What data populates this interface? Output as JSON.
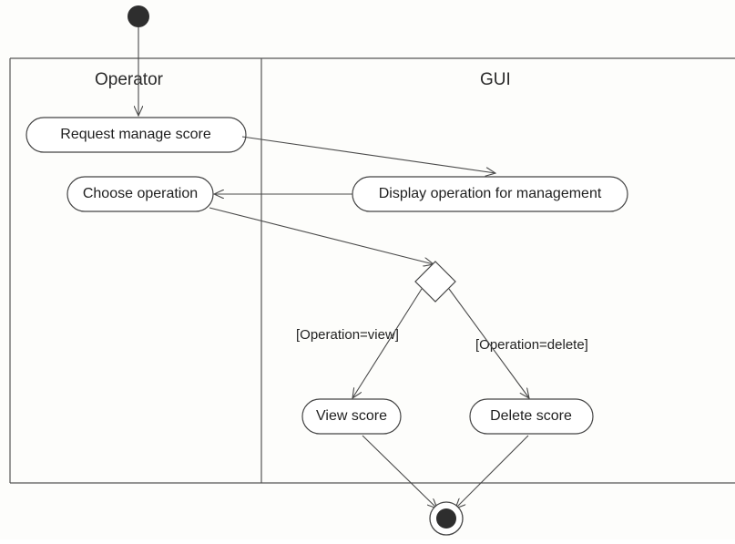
{
  "diagram": {
    "lanes": [
      {
        "id": "operator",
        "title": "Operator"
      },
      {
        "id": "gui",
        "title": "GUI"
      }
    ],
    "nodes": {
      "request_manage_score": "Request manage score",
      "choose_operation": "Choose operation",
      "display_operation": "Display operation for management",
      "view_score": "View score",
      "delete_score": "Delete score"
    },
    "guards": {
      "view": "[Operation=view]",
      "delete": "[Operation=delete]"
    }
  }
}
